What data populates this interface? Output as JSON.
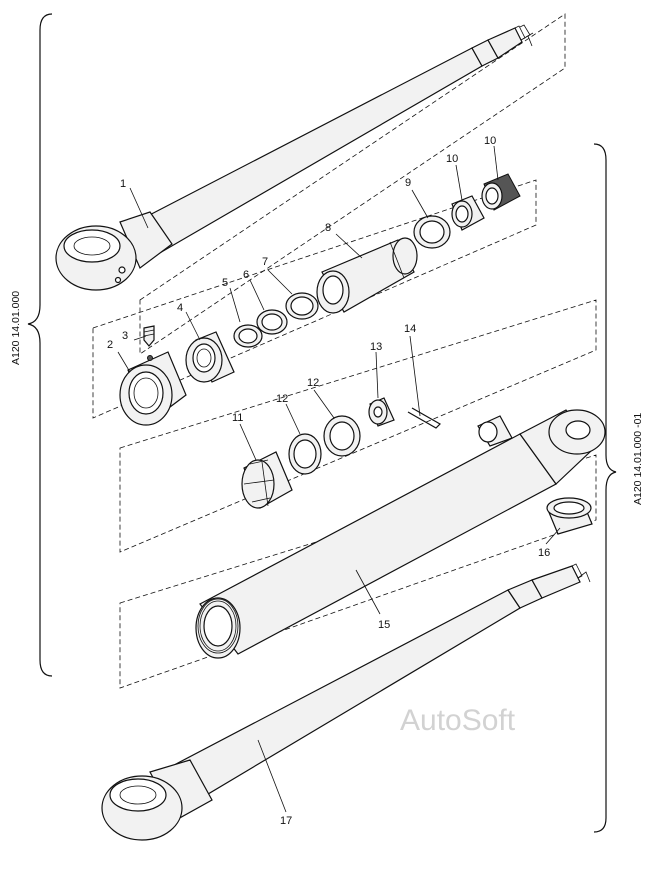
{
  "side_labels": {
    "upper": "A120 14.01.000",
    "lower": "A120 14.01.000 -01"
  },
  "watermark": "AutoSoft",
  "callouts": [
    {
      "id": "c1",
      "text": "1"
    },
    {
      "id": "c2",
      "text": "2"
    },
    {
      "id": "c3",
      "text": "3"
    },
    {
      "id": "c4",
      "text": "4"
    },
    {
      "id": "c5",
      "text": "5"
    },
    {
      "id": "c6",
      "text": "6"
    },
    {
      "id": "c7",
      "text": "7"
    },
    {
      "id": "c8",
      "text": "8"
    },
    {
      "id": "c9",
      "text": "9"
    },
    {
      "id": "c10a",
      "text": "10"
    },
    {
      "id": "c10b",
      "text": "10"
    },
    {
      "id": "c11",
      "text": "11"
    },
    {
      "id": "c12a",
      "text": "12"
    },
    {
      "id": "c12b",
      "text": "12"
    },
    {
      "id": "c13",
      "text": "13"
    },
    {
      "id": "c14",
      "text": "14"
    },
    {
      "id": "c15",
      "text": "15"
    },
    {
      "id": "c16",
      "text": "16"
    },
    {
      "id": "c17",
      "text": "17"
    }
  ]
}
